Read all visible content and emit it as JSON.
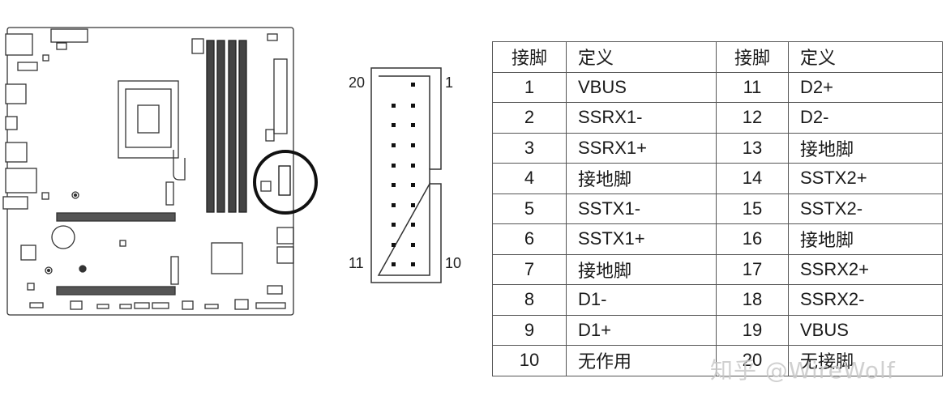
{
  "header": {
    "pin_top_left": "20",
    "pin_top_right": "1",
    "pin_bottom_left": "11",
    "pin_bottom_right": "10"
  },
  "table": {
    "col_pin": "接脚",
    "col_def": "定义",
    "rows": [
      {
        "p1": "1",
        "d1": "VBUS",
        "p2": "11",
        "d2": "D2+"
      },
      {
        "p1": "2",
        "d1": "SSRX1-",
        "p2": "12",
        "d2": "D2-"
      },
      {
        "p1": "3",
        "d1": "SSRX1+",
        "p2": "13",
        "d2": "接地脚"
      },
      {
        "p1": "4",
        "d1": "接地脚",
        "p2": "14",
        "d2": "SSTX2+"
      },
      {
        "p1": "5",
        "d1": "SSTX1-",
        "p2": "15",
        "d2": "SSTX2-"
      },
      {
        "p1": "6",
        "d1": "SSTX1+",
        "p2": "16",
        "d2": "接地脚"
      },
      {
        "p1": "7",
        "d1": "接地脚",
        "p2": "17",
        "d2": "SSRX2+"
      },
      {
        "p1": "8",
        "d1": "D1-",
        "p2": "18",
        "d2": "SSRX2-"
      },
      {
        "p1": "9",
        "d1": "D1+",
        "p2": "19",
        "d2": "VBUS"
      },
      {
        "p1": "10",
        "d1": "无作用",
        "p2": "20",
        "d2": "无接脚"
      }
    ]
  },
  "watermark": "知乎 @WireWolf"
}
